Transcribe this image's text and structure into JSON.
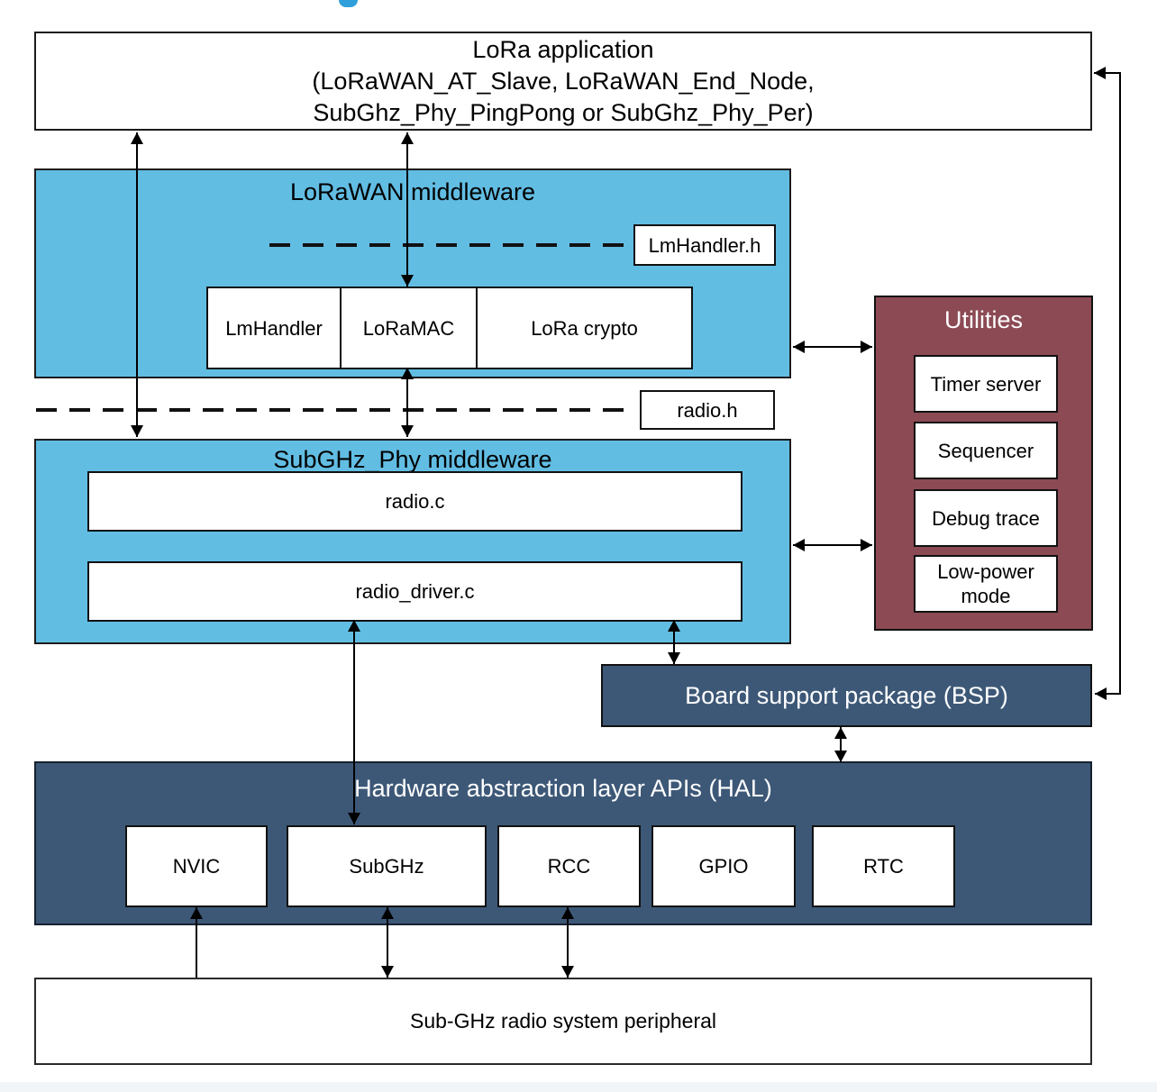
{
  "colors": {
    "light_blue": "#62BDE3",
    "dark_blue": "#3D5877",
    "maroon": "#8C4A54",
    "caption_blue": "#2E9FDB"
  },
  "app": {
    "line1": "LoRa application",
    "line2": "(LoRaWAN_AT_Slave, LoRaWAN_End_Node,",
    "line3": "SubGhz_Phy_PingPong or SubGhz_Phy_Per)"
  },
  "lorawan": {
    "title": "LoRaWAN middleware",
    "interface_label": "LmHandler.h",
    "modules": [
      "LmHandler",
      "LoRaMAC",
      "LoRa crypto"
    ]
  },
  "radio_interface_label": "radio.h",
  "subghz": {
    "title": "SubGHz_Phy middleware",
    "modules": [
      "radio.c",
      "radio_driver.c"
    ]
  },
  "utilities": {
    "title": "Utilities",
    "modules": [
      "Timer server",
      "Sequencer",
      "Debug trace",
      "Low-power mode"
    ]
  },
  "bsp": {
    "title": "Board support package (BSP)"
  },
  "hal": {
    "title": "Hardware abstraction layer APIs (HAL)",
    "modules": [
      "NVIC",
      "SubGHz",
      "RCC",
      "GPIO",
      "RTC"
    ]
  },
  "peripheral": {
    "title": "Sub-GHz radio system peripheral"
  }
}
